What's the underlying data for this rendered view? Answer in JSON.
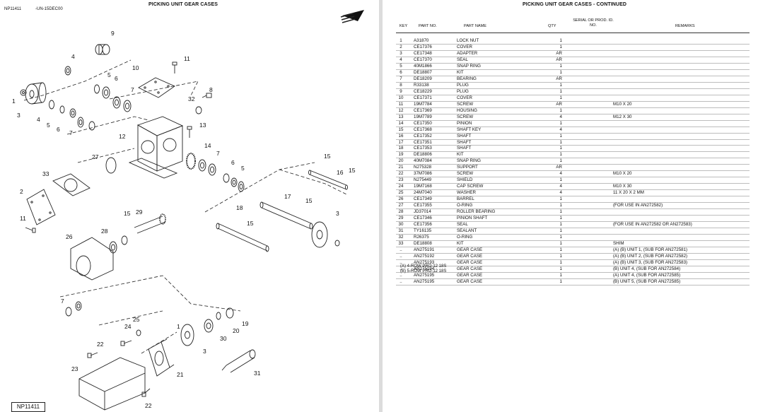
{
  "left_page": {
    "title": "PICKING UNIT GEAR CASES",
    "figure_id": "NP11411",
    "figure_date": "-UN-15DEC00",
    "figure_box": "NP11411",
    "callouts": [
      "9",
      "4",
      "11",
      "10",
      "8",
      "1",
      "5",
      "6",
      "7",
      "32",
      "3",
      "4",
      "5",
      "6",
      "7",
      "12",
      "13",
      "27",
      "14",
      "7",
      "6",
      "5",
      "15",
      "16",
      "15",
      "33",
      "2",
      "17",
      "15",
      "11",
      "15",
      "29",
      "18",
      "15",
      "3",
      "28",
      "26",
      "7",
      "25",
      "24",
      "20",
      "19",
      "1",
      "22",
      "30",
      "3",
      "23",
      "21",
      "31",
      "22"
    ]
  },
  "right_page": {
    "title": "PICKING UNIT GEAR CASES - CONTINUED",
    "headers": {
      "key": "KEY",
      "part_no": "PART NO.",
      "part_name": "PART NAME",
      "qty": "QTY",
      "serial": "SERIAL OR PROD. ID. NO.",
      "remarks": "REMARKS"
    },
    "rows": [
      {
        "key": "1",
        "part": "A31870",
        "name": "LOCK NUT",
        "qty": "1",
        "remarks": ""
      },
      {
        "key": "2",
        "part": "CE17376",
        "name": "COVER",
        "qty": "1",
        "remarks": ""
      },
      {
        "key": "3",
        "part": "CE17348",
        "name": "ADAPTER",
        "qty": "AR",
        "remarks": ""
      },
      {
        "key": "4",
        "part": "CE17370",
        "name": "SEAL",
        "qty": "AR",
        "remarks": ""
      },
      {
        "key": "5",
        "part": "40M1866",
        "name": "SNAP RING",
        "qty": "1",
        "remarks": ""
      },
      {
        "key": "6",
        "part": "DE18807",
        "name": "KIT",
        "qty": "1",
        "remarks": ""
      },
      {
        "key": "7",
        "part": "DE18209",
        "name": "BEARING",
        "qty": "AR",
        "remarks": ""
      },
      {
        "key": "8",
        "part": "R33138",
        "name": "PLUG",
        "qty": "1",
        "remarks": ""
      },
      {
        "key": "9",
        "part": "CE18229",
        "name": "PLUG",
        "qty": "1",
        "remarks": ""
      },
      {
        "key": "10",
        "part": "CE17371",
        "name": "COVER",
        "qty": "1",
        "remarks": ""
      },
      {
        "key": "11",
        "part": "19M7784",
        "name": "SCREW",
        "qty": "AR",
        "remarks": "M10 X 20"
      },
      {
        "key": "12",
        "part": "CE17369",
        "name": "HOUSING",
        "qty": "1",
        "remarks": ""
      },
      {
        "key": "13",
        "part": "19M7789",
        "name": "SCREW",
        "qty": "4",
        "remarks": "M12 X 30"
      },
      {
        "key": "14",
        "part": "CE17350",
        "name": "PINION",
        "qty": "1",
        "remarks": ""
      },
      {
        "key": "15",
        "part": "CE17368",
        "name": "SHAFT KEY",
        "qty": "4",
        "remarks": ""
      },
      {
        "key": "16",
        "part": "CE17352",
        "name": "SHAFT",
        "qty": "1",
        "remarks": ""
      },
      {
        "key": "17",
        "part": "CE17351",
        "name": "SHAFT",
        "qty": "1",
        "remarks": ""
      },
      {
        "key": "18",
        "part": "CE17353",
        "name": "SHAFT",
        "qty": "1",
        "remarks": ""
      },
      {
        "key": "19",
        "part": "DE18806",
        "name": "KIT",
        "qty": "1",
        "remarks": ""
      },
      {
        "key": "20",
        "part": "40M7084",
        "name": "SNAP RING",
        "qty": "1",
        "remarks": ""
      },
      {
        "key": "21",
        "part": "N275328",
        "name": "SUPPORT",
        "qty": "AR",
        "remarks": ""
      },
      {
        "key": "22",
        "part": "37M7086",
        "name": "SCREW",
        "qty": "4",
        "remarks": "M10 X 20"
      },
      {
        "key": "23",
        "part": "N275449",
        "name": "SHIELD",
        "qty": "1",
        "remarks": ""
      },
      {
        "key": "24",
        "part": "19M7168",
        "name": "CAP SCREW",
        "qty": "4",
        "remarks": "M10 X 30"
      },
      {
        "key": "25",
        "part": "24M7040",
        "name": "WASHER",
        "qty": "4",
        "remarks": "11 X 20 X 2 MM"
      },
      {
        "key": "26",
        "part": "CE17349",
        "name": "BARREL",
        "qty": "1",
        "remarks": ""
      },
      {
        "key": "27",
        "part": "CE17355",
        "name": "O-RING",
        "qty": "1",
        "remarks": "(FOR USE IN AN272582)"
      },
      {
        "key": "28",
        "part": "JD37014",
        "name": "ROLLER BEARING",
        "qty": "1",
        "remarks": ""
      },
      {
        "key": "29",
        "part": "CE17346",
        "name": "PINION SHAFT",
        "qty": "1",
        "remarks": ""
      },
      {
        "key": "30",
        "part": "CE17356",
        "name": "SEAL",
        "qty": "1",
        "remarks": "(FOR USE IN AN272582 OR AN272583)"
      },
      {
        "key": "31",
        "part": "TY16135",
        "name": "SEALANT",
        "qty": "1",
        "remarks": ""
      },
      {
        "key": "32",
        "part": "R26375",
        "name": "O-RING",
        "qty": "1",
        "remarks": ""
      },
      {
        "key": "33",
        "part": "DE18808",
        "name": "KIT",
        "qty": "1",
        "remarks": "SHIM"
      },
      {
        "key": "..",
        "part": "AN275191",
        "name": "GEAR CASE",
        "qty": "1",
        "remarks": "(A) (B) UNIT 1, (SUB FOR AN272581)"
      },
      {
        "key": "..",
        "part": "AN275192",
        "name": "GEAR CASE",
        "qty": "1",
        "remarks": "(A) (B) UNIT 2, (SUB FOR AN272582)"
      },
      {
        "key": "..",
        "part": "AN275193",
        "name": "GEAR CASE",
        "qty": "1",
        "remarks": "(A) (B) UNIT 3, (SUB FOR AN272583)"
      },
      {
        "key": "..",
        "part": "AN275194",
        "name": "GEAR CASE",
        "qty": "1",
        "remarks": "(B) UNIT 4, (SUB FOR AN272584)"
      },
      {
        "key": "..",
        "part": "AN275195",
        "name": "GEAR CASE",
        "qty": "1",
        "remarks": "(A) UNIT 4, (SUB FOR AN272585)"
      },
      {
        "key": "..",
        "part": "AN275195",
        "name": "GEAR CASE",
        "qty": "1",
        "remarks": "(B) UNIT 5, (SUB FOR AN272585)"
      }
    ],
    "notes": [
      "(A) 4-ROW PRO-12 18S",
      "(B) 5-ROW PRO-12 18S"
    ]
  }
}
